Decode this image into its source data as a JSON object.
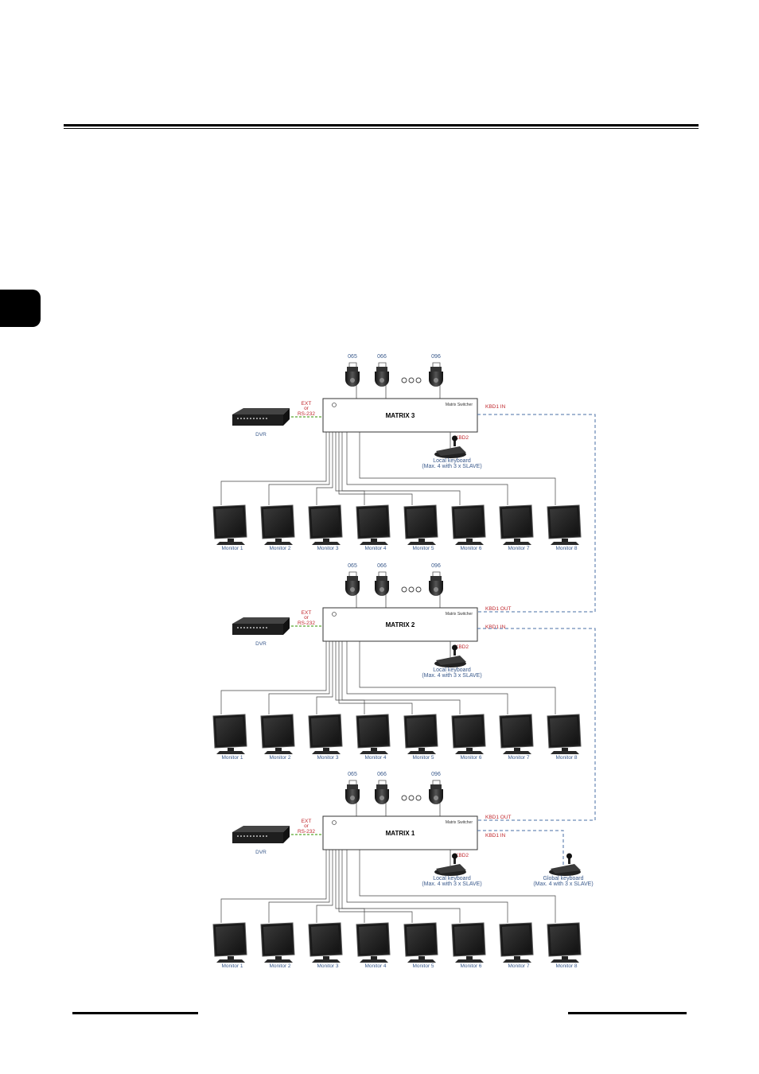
{
  "labels": {
    "dvr": "DVR",
    "ext": "EXT",
    "or": "or",
    "rs232": "RS-232",
    "matrix_switcher": "Matrix Switcher",
    "kbd2": "KBD2",
    "kbd1_in": "KBD1 IN",
    "kbd1_out": "KBD1 OUT",
    "local_keyboard": "Local keyboard",
    "global_keyboard": "Global keyboard",
    "max_note": "(Max. 4 with 3 x SLAVE)",
    "cameras": [
      "065",
      "066",
      "096"
    ],
    "monitors": [
      "Monitor 1",
      "Monitor 2",
      "Monitor 3",
      "Monitor 4",
      "Monitor 5",
      "Monitor 6",
      "Monitor 7",
      "Monitor 8"
    ]
  },
  "matrices": [
    {
      "name": "MATRIX 3",
      "has_out": false,
      "has_in": true,
      "has_global_keyboard": false
    },
    {
      "name": "MATRIX 2",
      "has_out": true,
      "has_in": true,
      "has_global_keyboard": false
    },
    {
      "name": "MATRIX 1",
      "has_out": true,
      "has_in": true,
      "has_global_keyboard": true
    }
  ],
  "colors": {
    "label_blue": "#3a5a8c",
    "label_red": "#c0272d",
    "link_blue": "#4a6fa5",
    "link_green": "#5aa832"
  }
}
